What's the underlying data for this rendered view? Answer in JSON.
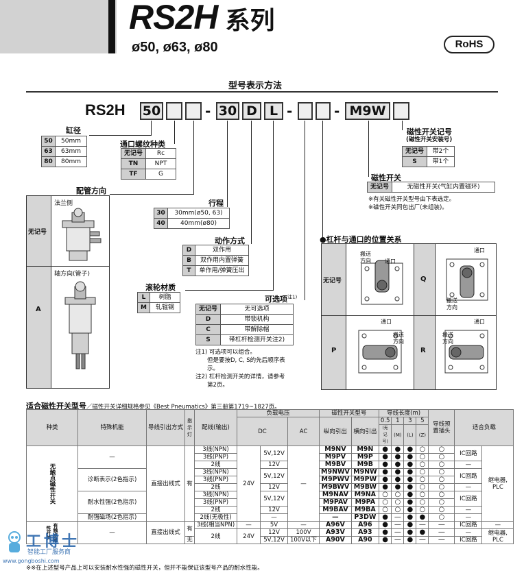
{
  "header": {
    "series_code": "RS2H",
    "series_word": "系列",
    "bores": "ø50, ø63, ø80",
    "rohs": "RoHS"
  },
  "section_title": "型号表示方法",
  "model_code": {
    "prefix": "RS2H",
    "bore": "50",
    "stroke": "30",
    "action": "D",
    "roller": "L",
    "switch": "M9W",
    "dash": "-"
  },
  "bore": {
    "heading": "缸径",
    "rows": [
      {
        "code": "50",
        "value": "50mm"
      },
      {
        "code": "63",
        "value": "63mm"
      },
      {
        "code": "80",
        "value": "80mm"
      }
    ]
  },
  "port_thread": {
    "heading": "通口螺纹种类",
    "rows": [
      {
        "code": "无记号",
        "value": "Rc"
      },
      {
        "code": "TN",
        "value": "NPT"
      },
      {
        "code": "TF",
        "value": "G"
      }
    ]
  },
  "piping": {
    "heading": "配管方向",
    "rows": [
      {
        "code": "无记号",
        "caption": "法兰侧"
      },
      {
        "code": "A",
        "caption": "轴方向(管子)"
      }
    ]
  },
  "stroke": {
    "heading": "行程",
    "rows": [
      {
        "code": "30",
        "value": "30mm(ø50, 63)"
      },
      {
        "code": "40",
        "value": "40mm(ø80)"
      }
    ]
  },
  "action": {
    "heading": "动作方式",
    "rows": [
      {
        "code": "D",
        "value": "双作用"
      },
      {
        "code": "B",
        "value": "双作用内置弹簧"
      },
      {
        "code": "T",
        "value": "单作用/弹簧压出"
      }
    ]
  },
  "roller": {
    "heading": "滚轮材质",
    "rows": [
      {
        "code": "L",
        "value": "树脂"
      },
      {
        "code": "M",
        "value": "轧辊钢"
      }
    ]
  },
  "option": {
    "heading": "可选项",
    "heading_note": "注1)",
    "rows": [
      {
        "code": "无记号",
        "value": "无可选项"
      },
      {
        "code": "D",
        "value": "带锁机构"
      },
      {
        "code": "C",
        "value": "带解除帽"
      },
      {
        "code": "S",
        "value": "带杠杆检测开关注2)"
      }
    ],
    "notes": [
      "注1) 可选项可以组合。",
      "但是要按D, C, S的先后顺序表",
      "示。",
      "注2) 杠杆检测开关的详情，请参考",
      "第2页。"
    ]
  },
  "switch_qty": {
    "heading": "磁性开关记号",
    "subheading": "(磁性开关安装号)",
    "rows": [
      {
        "code": "无记号",
        "value": "带2个"
      },
      {
        "code": "S",
        "value": "带1个"
      }
    ]
  },
  "switch": {
    "heading": "磁性开关",
    "rows": [
      {
        "code": "无记号",
        "value": "无磁性开关(气缸内置磁环)"
      }
    ],
    "notes": [
      "※有关磁性开关型号由下表选定。",
      "※磁性开关同包出厂(未组装)。"
    ]
  },
  "lever_port": {
    "heading": "杠杆与通口的位置关系",
    "cells": [
      {
        "code": "无记号",
        "label_port": "通口",
        "label_dir": "搬送方向"
      },
      {
        "code": "Q",
        "label_port": "通口",
        "label_dir": "搬送方向"
      },
      {
        "code": "P",
        "label_port": "通口",
        "label_dir": "搬送方向"
      },
      {
        "code": "R",
        "label_port": "通口",
        "label_dir": "搬送方向"
      }
    ]
  },
  "applicable": {
    "title": "适合磁性开关型号",
    "subtitle": "／磁性开关详细规格参见《Best Pneumatics》第三册第1719~1827页。",
    "headers": {
      "type": "种类",
      "function": "特殊机能",
      "lead": "导线引出方式",
      "indicator": "指示灯",
      "wiring": "配线(输出)",
      "voltage": "负载电压",
      "dc": "DC",
      "ac": "AC",
      "model": "磁性开关型号",
      "vertical": "纵向引出",
      "horizontal": "横向引出",
      "length": "导线长度(m)",
      "l05": "0.5",
      "l05b": "(无记号)",
      "l1": "1",
      "l1b": "(M)",
      "l3": "3",
      "l3b": "(L)",
      "l5": "5",
      "l5b": "(Z)",
      "connector": "导线预置插头",
      "load": "适合负载"
    },
    "type_solid": "无触点磁性开关",
    "type_reed": "有触点磁性开关",
    "lead_direct": "直接出线式",
    "load_ic": "IC回路",
    "load_relay": "继电器, PLC",
    "rows": [
      {
        "func": "—",
        "ind": "有",
        "wire": "3线(NPN)",
        "dc": "5V,12V",
        "ac": "—",
        "v": "M9NV",
        "h": "M9N",
        "a": "●",
        "b": "●",
        "c": "●",
        "d": "○",
        "conn": "○"
      },
      {
        "func": "",
        "ind": "",
        "wire": "3线(PNP)",
        "dc": "",
        "ac": "",
        "v": "M9PV",
        "h": "M9P",
        "a": "●",
        "b": "●",
        "c": "●",
        "d": "○",
        "conn": "○"
      },
      {
        "func": "",
        "ind": "",
        "wire": "2线",
        "dc": "12V",
        "ac": "",
        "v": "M9BV",
        "h": "M9B",
        "a": "●",
        "b": "●",
        "c": "●",
        "d": "○",
        "conn": "○"
      },
      {
        "func": "诊断表示(2色指示)",
        "ind": "",
        "wire": "3线(NPN)",
        "dc": "5V,12V",
        "ac": "",
        "v": "M9NWV",
        "h": "M9NW",
        "a": "●",
        "b": "●",
        "c": "●",
        "d": "○",
        "conn": "○"
      },
      {
        "func": "",
        "ind": "",
        "wire": "3线(PNP)",
        "dc": "",
        "ac": "",
        "v": "M9PWV",
        "h": "M9PW",
        "a": "●",
        "b": "●",
        "c": "●",
        "d": "○",
        "conn": "○"
      },
      {
        "func": "",
        "ind": "",
        "wire": "2线",
        "dc": "12V",
        "ac": "",
        "v": "M9BWV",
        "h": "M9BW",
        "a": "●",
        "b": "●",
        "c": "●",
        "d": "○",
        "conn": "○"
      },
      {
        "func": "耐水性强(2色指示)",
        "ind": "",
        "wire": "3线(NPN)",
        "dc": "5V,12V",
        "ac": "",
        "v": "M9NAV",
        "h": "M9NA",
        "a": "○",
        "b": "○",
        "c": "●",
        "d": "○",
        "conn": "○"
      },
      {
        "func": "",
        "ind": "",
        "wire": "3线(PNP)",
        "dc": "",
        "ac": "",
        "v": "M9PAV",
        "h": "M9PA",
        "a": "○",
        "b": "○",
        "c": "●",
        "d": "○",
        "conn": "○"
      },
      {
        "func": "",
        "ind": "",
        "wire": "2线",
        "dc": "12V",
        "ac": "",
        "v": "M9BAV",
        "h": "M9BA",
        "a": "○",
        "b": "○",
        "c": "●",
        "d": "○",
        "conn": "○"
      },
      {
        "func": "耐强磁场(2色指示)",
        "ind": "",
        "wire": "2线(无极性)",
        "dc": "—",
        "ac": "",
        "v": "—",
        "h": "P3DW",
        "a": "●",
        "b": "—",
        "c": "●",
        "d": "●",
        "conn": "○"
      },
      {
        "func": "—",
        "ind": "有",
        "wire": "3线(相当NPN)",
        "dc": "5V",
        "ac": "—",
        "v": "A96V",
        "h": "A96",
        "a": "●",
        "b": "—",
        "c": "●",
        "d": "—",
        "conn": "—"
      },
      {
        "func": "",
        "ind": "",
        "wire": "2线",
        "dc": "12V",
        "ac": "100V",
        "v": "A93V",
        "h": "A93",
        "a": "●",
        "b": "—",
        "c": "●",
        "d": "●",
        "conn": "—"
      },
      {
        "func": "",
        "ind": "无",
        "wire": "",
        "dc": "5V,12V",
        "ac": "100V以下",
        "v": "A90V",
        "h": "A90",
        "a": "●",
        "b": "—",
        "c": "●",
        "d": "—",
        "conn": "—"
      }
    ],
    "dc_24v": "24V",
    "load_dash": "—",
    "footnote": "※※在上述型号产品上可以安装耐水性强的磁性开关，但并不能保证该型号产品的耐水性能。"
  },
  "watermark": {
    "brand": "工博士",
    "tagline": "智能工厂服务商",
    "site": "www.gongboshi.com"
  }
}
